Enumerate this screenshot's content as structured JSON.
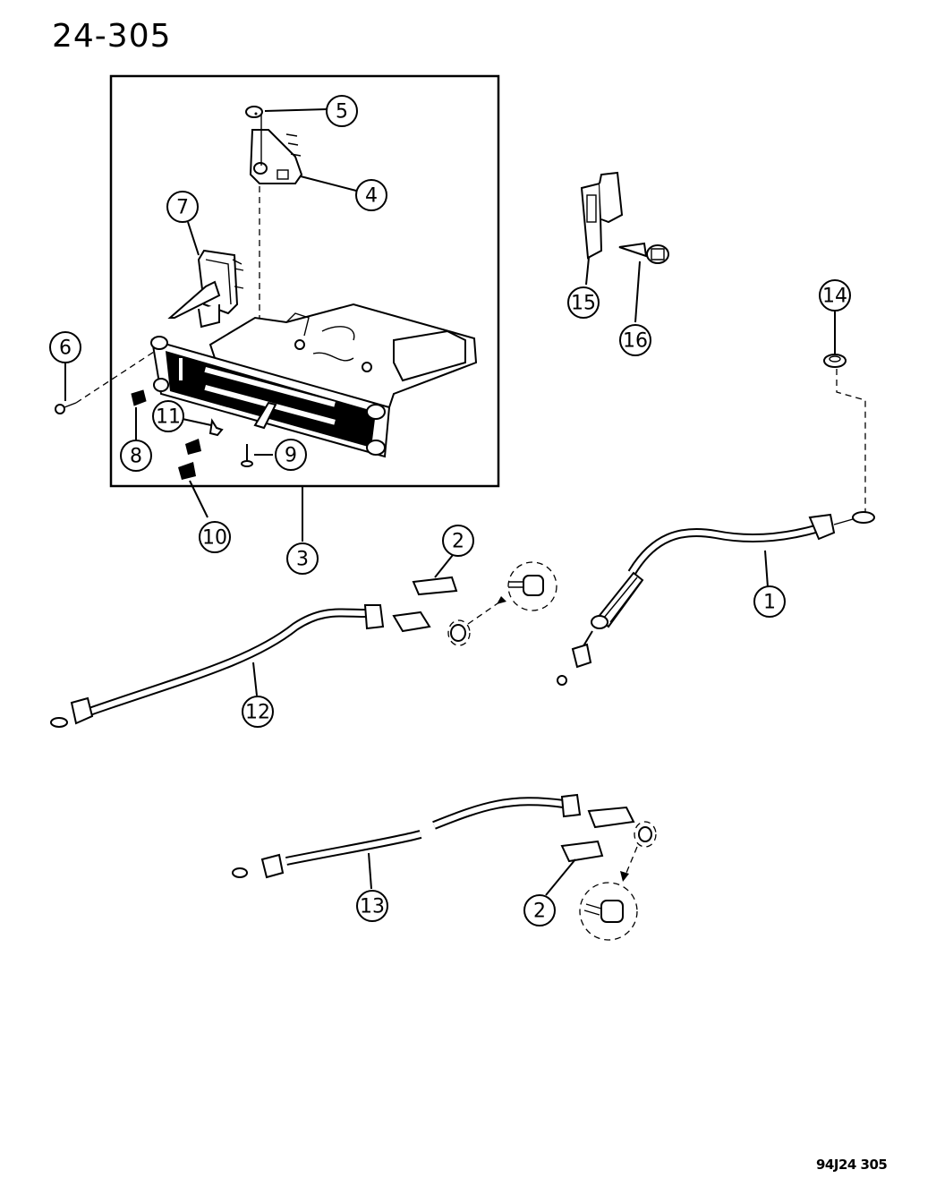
{
  "page": {
    "title": "24-305",
    "footer_code": "94J24  305"
  },
  "callouts": [
    {
      "id": "1",
      "label": "1"
    },
    {
      "id": "2a",
      "label": "2"
    },
    {
      "id": "2b",
      "label": "2"
    },
    {
      "id": "3",
      "label": "3"
    },
    {
      "id": "4",
      "label": "4"
    },
    {
      "id": "5",
      "label": "5"
    },
    {
      "id": "6",
      "label": "6"
    },
    {
      "id": "7",
      "label": "7"
    },
    {
      "id": "8",
      "label": "8"
    },
    {
      "id": "9",
      "label": "9"
    },
    {
      "id": "10",
      "label": "10"
    },
    {
      "id": "11",
      "label": "11"
    },
    {
      "id": "12",
      "label": "12"
    },
    {
      "id": "13",
      "label": "13"
    },
    {
      "id": "14",
      "label": "14"
    },
    {
      "id": "15",
      "label": "15"
    },
    {
      "id": "16",
      "label": "16"
    }
  ],
  "parts": {
    "control_assembly": "heater-ac-control-assembly",
    "cables": [
      "cable-1",
      "cable-12",
      "cable-13"
    ],
    "fasteners": [
      "screw-6",
      "screw-9",
      "screw-16",
      "nut-5",
      "nut-14",
      "clip-11"
    ],
    "knobs": [
      "knob-8",
      "knob-10a",
      "knob-10b"
    ],
    "switches": [
      "switch-4",
      "switch-7"
    ],
    "brackets": [
      "bracket-15",
      "clip-2a",
      "clip-2b"
    ]
  }
}
